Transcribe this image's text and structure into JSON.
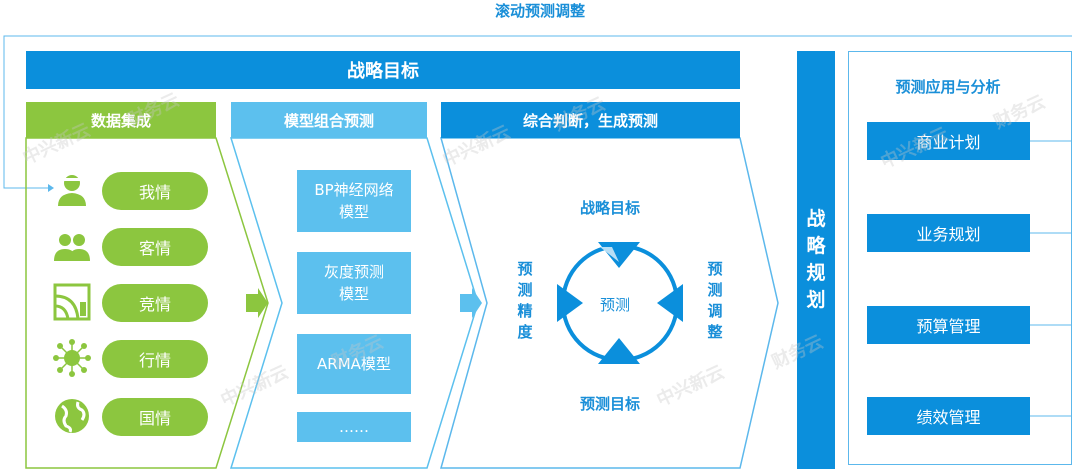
{
  "title": "滚动预测调整",
  "strategy_goal": "战略目标",
  "columns": {
    "data_integration": {
      "header": "数据集成",
      "items": [
        {
          "label": "我情",
          "icon": "user-icon"
        },
        {
          "label": "客情",
          "icon": "users-icon"
        },
        {
          "label": "竞情",
          "icon": "competitor-icon"
        },
        {
          "label": "行情",
          "icon": "network-icon"
        },
        {
          "label": "国情",
          "icon": "globe-icon"
        }
      ]
    },
    "model_combination": {
      "header": "模型组合预测",
      "models": [
        "BP神经网络\n模型",
        "灰度预测\n模型",
        "ARMA模型",
        "……"
      ]
    },
    "comprehensive": {
      "header": "综合判断，生成预测",
      "cycle": {
        "top": "战略目标",
        "bottom": "预测目标",
        "center": "预测",
        "left": "预测精度",
        "right": "预测调整"
      }
    }
  },
  "strategic_planning": "战略规划",
  "applications": {
    "title": "预测应用与分析",
    "items": [
      "商业计划",
      "业务规划",
      "预算管理",
      "绩效管理"
    ]
  },
  "watermarks": [
    "中兴新云",
    "财务云"
  ],
  "colors": {
    "blue": "#0b8fdc",
    "light_blue": "#5cc0ee",
    "green": "#8cc63f",
    "title_blue": "#1a8fd8"
  }
}
